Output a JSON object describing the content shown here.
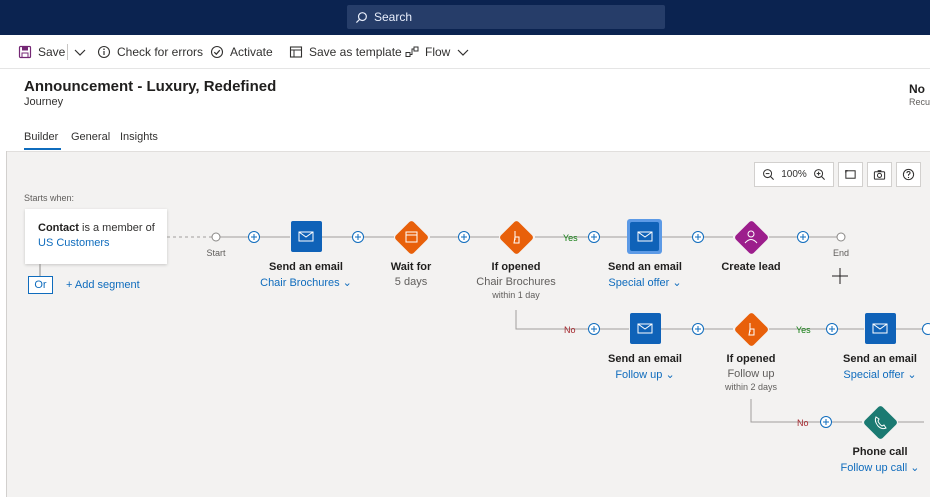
{
  "topbar": {
    "search_placeholder": "Search"
  },
  "commands": {
    "save": "Save",
    "check_errors": "Check for errors",
    "activate": "Activate",
    "save_template": "Save as template",
    "flow": "Flow"
  },
  "header": {
    "title": "Announcement - Luxury, Redefined",
    "subtitle": "Journey",
    "right_value": "No",
    "right_label": "Recu"
  },
  "tabs": [
    "Builder",
    "General",
    "Insights"
  ],
  "zoom": {
    "level": "100%"
  },
  "segment": {
    "starts_when": "Starts when:",
    "entity": "Contact",
    "text": " is a member of",
    "segment_name": "US Customers",
    "or_label": "Or",
    "add_segment": "+ Add segment"
  },
  "flow": {
    "start": "Start",
    "end": "End",
    "yes": "Yes",
    "no": "No",
    "nodes": {
      "email1": {
        "title": "Send an email",
        "link": "Chair Brochures ⌄"
      },
      "wait1": {
        "title": "Wait for",
        "sub": "5 days"
      },
      "ifopen1": {
        "title": "If opened",
        "sub": "Chair Brochures",
        "tiny": "within 1 day"
      },
      "email2": {
        "title": "Send an email",
        "link": "Special offer ⌄"
      },
      "lead": {
        "title": "Create lead"
      },
      "email3": {
        "title": "Send an email",
        "link": "Follow up ⌄"
      },
      "ifopen2": {
        "title": "If opened",
        "sub": "Follow up",
        "tiny": "within 2 days"
      },
      "email4": {
        "title": "Send an email",
        "link": "Special offer ⌄"
      },
      "phone": {
        "title": "Phone call",
        "link": "Follow up call ⌄"
      }
    }
  },
  "colors": {
    "email_blue": "#0f62b8",
    "orange": "#e8600a",
    "purple": "#9c1e8c",
    "teal": "#1b7a72"
  }
}
